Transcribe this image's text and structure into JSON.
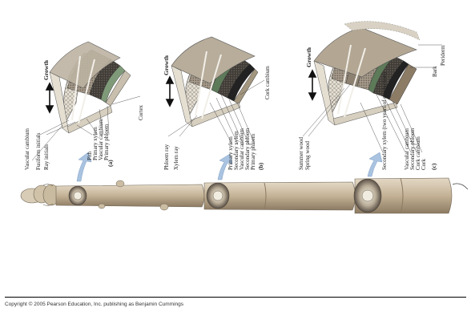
{
  "figure": {
    "panel_a": {
      "panel_label": "(a)",
      "labels": [
        "Vascular cambium",
        "Fusiform initials",
        "Ray initials",
        "Pith",
        "Primary xylem",
        "Vascular cambium",
        "Primary phloem",
        "Cortex"
      ],
      "growth": "Growth"
    },
    "panel_b": {
      "panel_label": "(b)",
      "labels": [
        "Phloem ray",
        "Xylem ray",
        "Primary xylem",
        "Secondary xylem",
        "Vascular cambium",
        "Secondary phloem",
        "Primary phloem",
        "Cork cambium"
      ],
      "growth": "Growth"
    },
    "panel_c": {
      "panel_label": "(c)",
      "labels": [
        "Summer wood",
        "Spring wood",
        "Secondary xylem (two years of production)",
        "Vascular cambium",
        "Secondary phloem",
        "Cork cambium",
        "Cork",
        "Bark",
        "Periderm"
      ],
      "growth": "Growth"
    }
  },
  "footer": {
    "copyright": "Copyright © 2005 Pearson Education, Inc. publishing as Benjamin Cummings"
  },
  "colors": {
    "wood_light": "#d9d2c4",
    "xylem": "#9a8f80",
    "phloem_dark": "#3d3a36",
    "cambium_green": "#6e8b6a",
    "bark_tan": "#c7b49a",
    "arrow_blue": "#a9c3e0"
  }
}
